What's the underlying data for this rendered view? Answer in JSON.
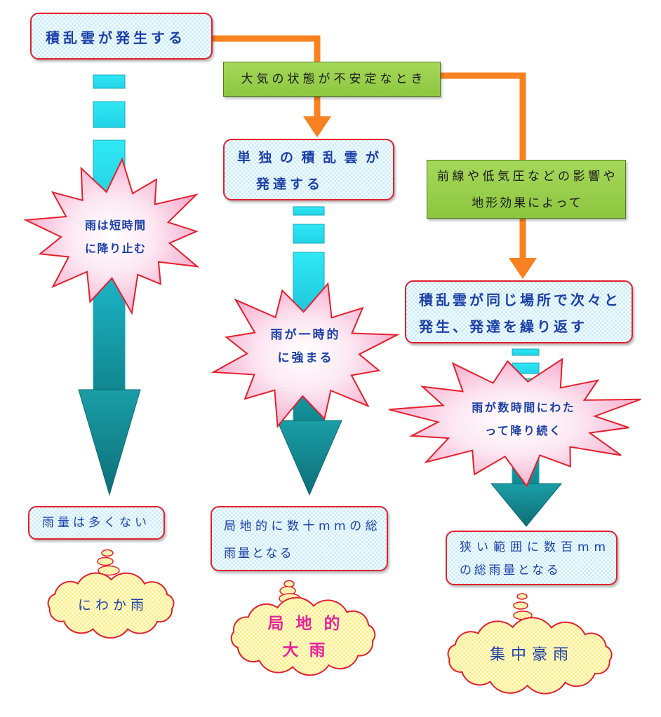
{
  "stages": {
    "start": "積乱雲が発生する",
    "single_cell": [
      "単独の積乱雲が",
      "発達する"
    ],
    "repeated_cells": [
      "積乱雲が同じ場所で次々と",
      "発生、発達を繰り返す"
    ]
  },
  "conditions": {
    "unstable": "大気の状態が不安定なとき",
    "front_terrain": [
      "前線や低気圧などの影響や",
      "地形効果によって"
    ]
  },
  "bursts": {
    "short": [
      "雨は短時間",
      "に降り止む"
    ],
    "temporary": [
      "雨が一時的",
      "に強まる"
    ],
    "prolonged": [
      "雨が数時間にわた",
      "って降り続く"
    ]
  },
  "totals": {
    "small": "雨量は多くない",
    "tens_mm": [
      "局地的に数十mmの総",
      "雨量となる"
    ],
    "hundreds_mm": [
      "狭い範囲に数百mm",
      "の総雨量となる"
    ]
  },
  "rain_types": {
    "shower": "にわか雨",
    "localized_heavy": [
      "局地的",
      "大雨"
    ],
    "torrential": "集中豪雨"
  },
  "colors": {
    "box_border": "#e2202e",
    "box_text": "#1c3fa8",
    "highlight_text": "#e6249c",
    "condition_fill": "#8cc640",
    "condition_border": "#4e7e1e",
    "connector": "#f7821f",
    "arrow_top": "#2fe8f5",
    "arrow_bottom": "#11878f",
    "burst_edge": "#f5a8cb",
    "burst_border": "#e4202c",
    "cloud_fill": "#fff08c"
  }
}
